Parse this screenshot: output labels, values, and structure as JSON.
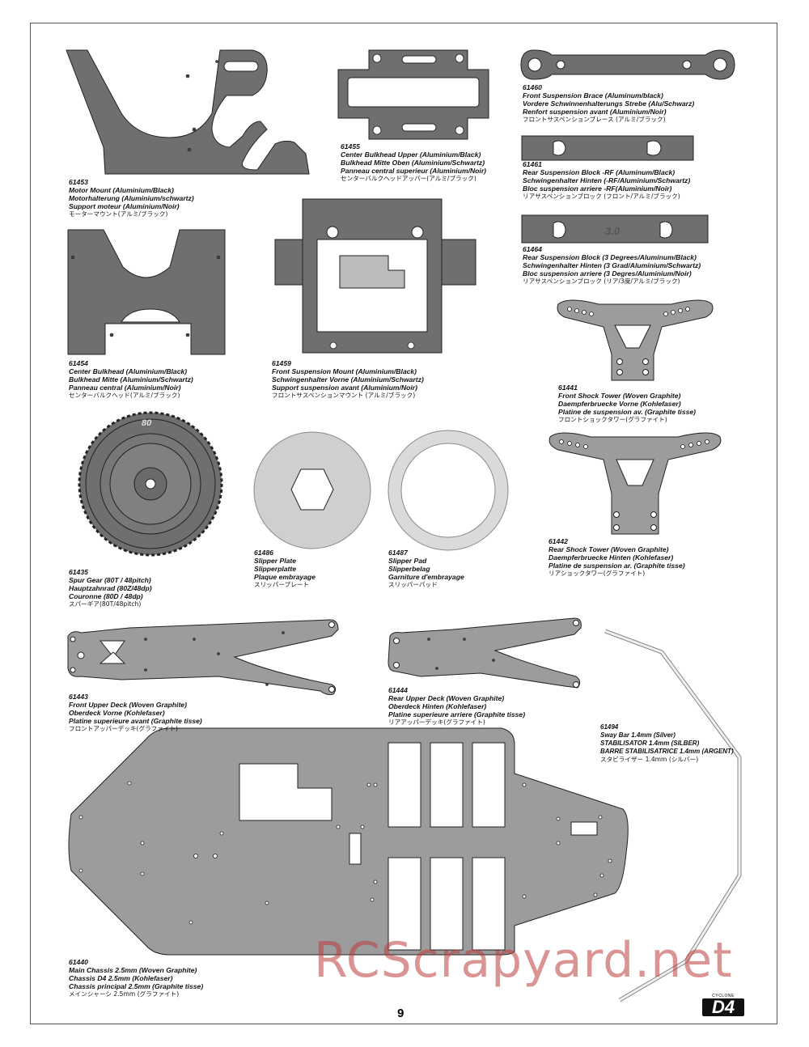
{
  "page_number": "9",
  "watermark": "RCScrapyard.net",
  "logo": {
    "top": "CYCLONE",
    "text": "D4"
  },
  "parts": {
    "p61453": {
      "num": "61453",
      "l1": "Motor Mount (Aluminium/Black)",
      "l2": "Motorhalterung (Aluminium/schwartz)",
      "l3": "Support moteur (Aluminium/Noir)",
      "jp": "モーターマウント(アルミ/ブラック)"
    },
    "p61455": {
      "num": "61455",
      "l1": "Center Bulkhead Upper (Aluminium/Black)",
      "l2": "Bulkhead Mitte Oben (Aluminium/Schwartz)",
      "l3": "Panneau central superieur (Aluminium/Noir)",
      "jp": "センターバルクヘッドアッパー(アルミ/ブラック)"
    },
    "p61460": {
      "num": "61460",
      "l1": "Front Suspension Brace (Aluminum/black)",
      "l2": "Vordere Schwinnenhalterungs Strebe (Alu/Schwarz)",
      "l3": "Renfort suspension avant (Aluminium/Noir)",
      "jp": "フロントサスペンションブレース (アルミ/ブラック)"
    },
    "p61461": {
      "num": "61461",
      "l1": "Rear Suspension Block -RF (Aluminum/Black)",
      "l2": "Schwingenhalter Hinten (-RF/Aluminium/Schwartz)",
      "l3": "Bloc suspension arriere -RF(Aluminium/Noir)",
      "jp": "リアサスペンションブロック (フロント/アルミ/ブラック)"
    },
    "p61464": {
      "num": "61464",
      "l1": "Rear Suspension Block (3 Degrees/Aluminum/Black)",
      "l2": "Schwingenhalter Hinten (3 Grad/Aluminium/Schwartz)",
      "l3": "Bloc suspension arriere (3 Degres/Aluminium/Noir)",
      "jp": "リアサスペンションブロック (リア/3度/アルミ/ブラック)",
      "mark": "3.0"
    },
    "p61454": {
      "num": "61454",
      "l1": "Center Bulkhead (Aluminium/Black)",
      "l2": "Bulkhead Mitte (Aluminium/Schwartz)",
      "l3": "Panneau central (Aluminium/Noir)",
      "jp": "センターバルクヘッド(アルミ/ブラック)"
    },
    "p61459": {
      "num": "61459",
      "l1": "Front Suspension Mount (Aluminium/Black)",
      "l2": "Schwingenhalter Vorne (Aluminium/Schwartz)",
      "l3": "Support suspension avant (Aluminium/Noir)",
      "jp": "フロントサスペンションマウント (アルミ/ブラック)"
    },
    "p61441": {
      "num": "61441",
      "l1": "Front Shock Tower (Woven Graphite)",
      "l2": "Daempferbruecke Vorne (Kohlefaser)",
      "l3": "Platine de suspension av. (Graphite tisse)",
      "jp": "フロントショックタワー(グラファイト)"
    },
    "p61435": {
      "num": "61435",
      "l1": "Spur Gear (80T / 48pitch)",
      "l2": "Hauptzahnrad (80Z/48dp)",
      "l3": "Couronne (80D / 48dp)",
      "jp": "スパーギア(80T/48pitch)",
      "mark": "80"
    },
    "p61486": {
      "num": "61486",
      "l1": "Slipper Plate",
      "l2": "Slipperplatte",
      "l3": "Plaque embrayage",
      "jp": "スリッパープレート"
    },
    "p61487": {
      "num": "61487",
      "l1": "Slipper Pad",
      "l2": "Slipperbelag",
      "l3": "Garniture d'embrayage",
      "jp": "スリッパーパッド"
    },
    "p61442": {
      "num": "61442",
      "l1": "Rear Shock Tower (Woven Graphite)",
      "l2": "Daempferbruecke Hinten (Kohlefaser)",
      "l3": "Platine de suspension ar. (Graphite tisse)",
      "jp": "リアショックタワー(グラファイト)"
    },
    "p61443": {
      "num": "61443",
      "l1": "Front Upper Deck (Woven Graphite)",
      "l2": "Oberdeck Vorne (Kohlefaser)",
      "l3": "Platine superieure avant (Graphite tisse)",
      "jp": "フロントアッパーデッキ(グラファイト)"
    },
    "p61444": {
      "num": "61444",
      "l1": "Rear Upper Deck (Woven Graphite)",
      "l2": "Oberdeck Hinten (Kohlefaser)",
      "l3": "Platine superieure arriere (Graphite tisse)",
      "jp": "リアアッパーデッキ(グラファイト)"
    },
    "p61494": {
      "num": "61494",
      "l1": "Sway Bar 1.4mm (Silver)",
      "l2": "STABILISATOR 1.4mm (SILBER)",
      "l3": "BARRE STABILISATRICE 1.4mm (ARGENT)",
      "jp": "スタビライザー 1.4mm (シルバー)"
    },
    "p61440": {
      "num": "61440",
      "l1": "Main Chassis 2.5mm (Woven Graphite)",
      "l2": "Chassis D4 2.5mm (Kohlefaser)",
      "l3": "Chassis principal 2.5mm (Graphite tisse)",
      "jp": "メインシャーシ 2.5mm (グラファイト)"
    }
  },
  "colors": {
    "metal": "#6f6f6f",
    "graphite": "#9c9c9c",
    "light": "#d3d3d3",
    "outline": "#222222",
    "watermark": "#c04848"
  }
}
